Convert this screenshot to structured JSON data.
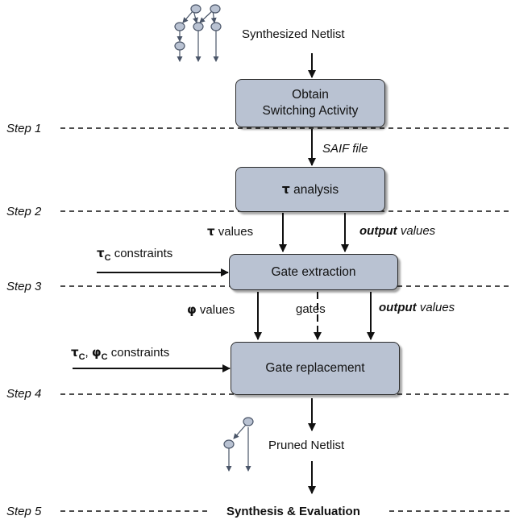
{
  "steps": [
    "Step 1",
    "Step 2",
    "Step 3",
    "Step 4",
    "Step 5"
  ],
  "netlist": {
    "synthesized": "Synthesized Netlist",
    "pruned": "Pruned Netlist"
  },
  "boxes": {
    "obtain_line1": "Obtain",
    "obtain_line2": "Switching Activity",
    "tau_symbol": "τ",
    "tau_analysis": "analysis",
    "gate_extraction": "Gate extraction",
    "gate_replacement": "Gate replacement"
  },
  "labels": {
    "saif": "SAIF file",
    "tau_symbol": "τ",
    "tau_values": "values",
    "output_bold": "output",
    "values_word": "values",
    "tau_c_symbol": "τ",
    "tau_c_sub": "C",
    "tau_c_constraints": "constraints",
    "phi_symbol": "φ",
    "phi_values": "values",
    "gates": "gates",
    "tau_c2_symbol": "τ",
    "tau_c2_sub": "C",
    "comma": ",",
    "phi_c_symbol": "φ",
    "phi_c_sub": "C",
    "constraints2": "constraints",
    "synthesis_eval": "Synthesis & Evaluation"
  },
  "colors": {
    "box_fill": "#b9c2d2",
    "node_fill": "#b9c2d2",
    "line": "#111111"
  }
}
